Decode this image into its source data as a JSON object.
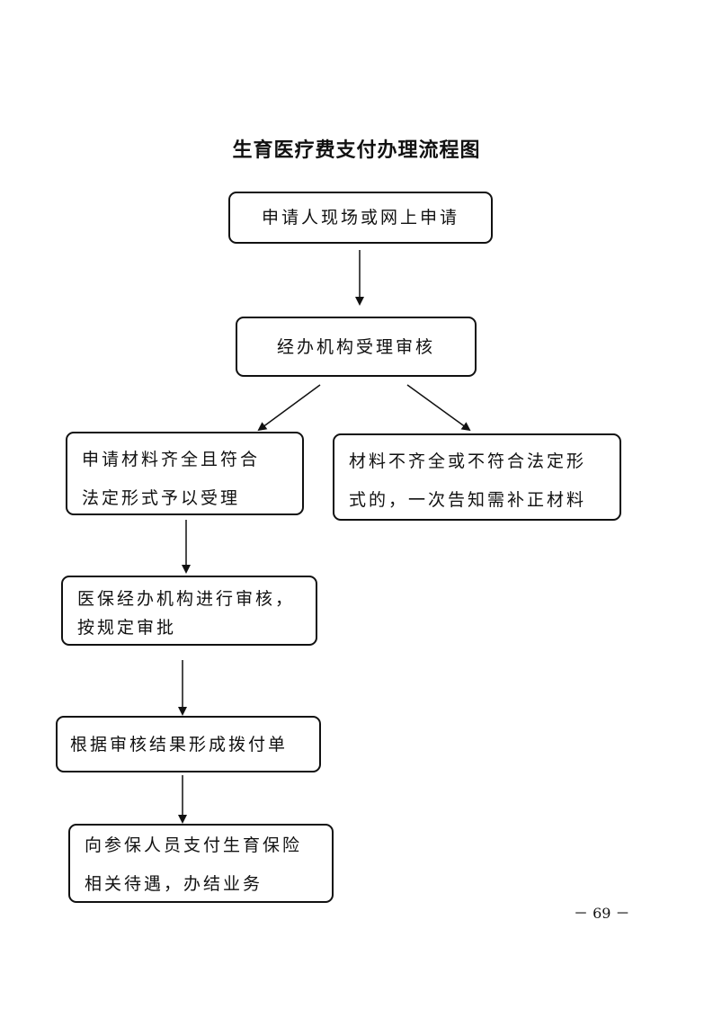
{
  "title": "生育医疗费支付办理流程图",
  "steps": {
    "apply": "申请人现场或网上申请",
    "accept_review": "经办机构受理审核",
    "complete_lines": [
      "申请材料齐全且符合",
      "法定形式予以受理"
    ],
    "incomplete_lines": [
      "材料不齐全或不符合法定形",
      "式的，一次告知需补正材料"
    ],
    "audit_lines": [
      "医保经办机构进行审核，",
      "按规定审批"
    ],
    "payment_form": "根据审核结果形成拨付单",
    "pay_lines": [
      "向参保人员支付生育保险",
      "相关待遇，办结业务"
    ]
  },
  "page_number": "－ 69 －"
}
